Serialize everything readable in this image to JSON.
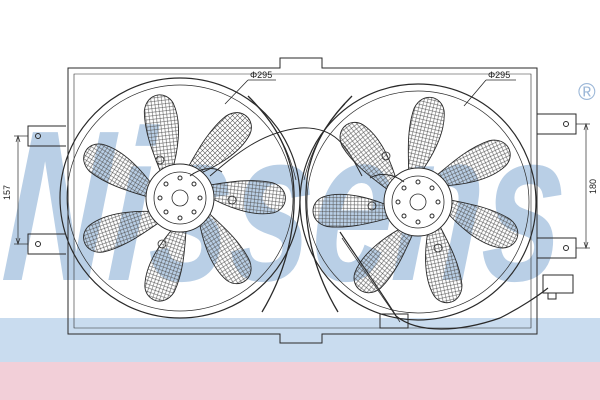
{
  "watermark": {
    "brand": "Nissens",
    "registered": "®"
  },
  "dimensions": {
    "left_fan_diameter": "Φ295",
    "right_fan_diameter": "Φ295",
    "left_mount_spacing": "157",
    "right_mount_spacing": "180"
  },
  "colors": {
    "line": "#2a2a2a",
    "watermark_blue": "#b9cfe6",
    "band_blue": "#c9dcef",
    "band_pink": "#f2cfd8",
    "hatch": "#555555"
  }
}
